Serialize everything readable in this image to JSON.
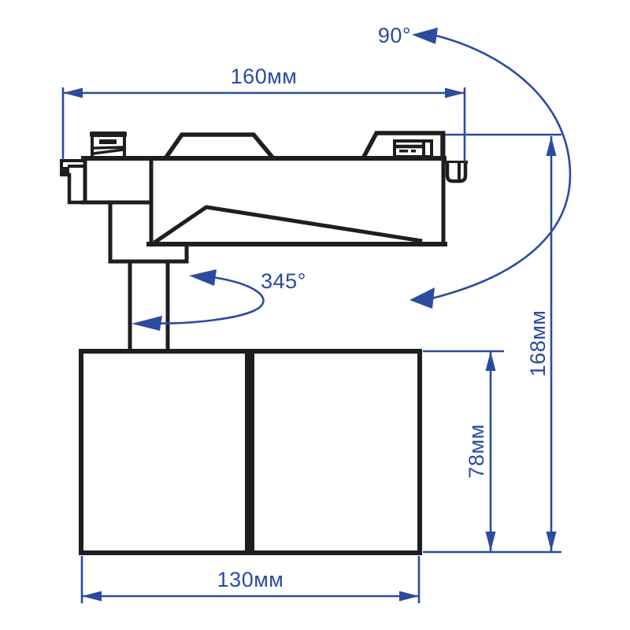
{
  "labels": {
    "track_width": "160мм",
    "tilt_angle": "90°",
    "rotation_angle": "345°",
    "head_height": "78мм",
    "total_height": "168мм",
    "head_width": "130мм"
  },
  "colors": {
    "outline": "#1e1e1e",
    "dimension": "#2c4b9f",
    "background": "#ffffff"
  }
}
